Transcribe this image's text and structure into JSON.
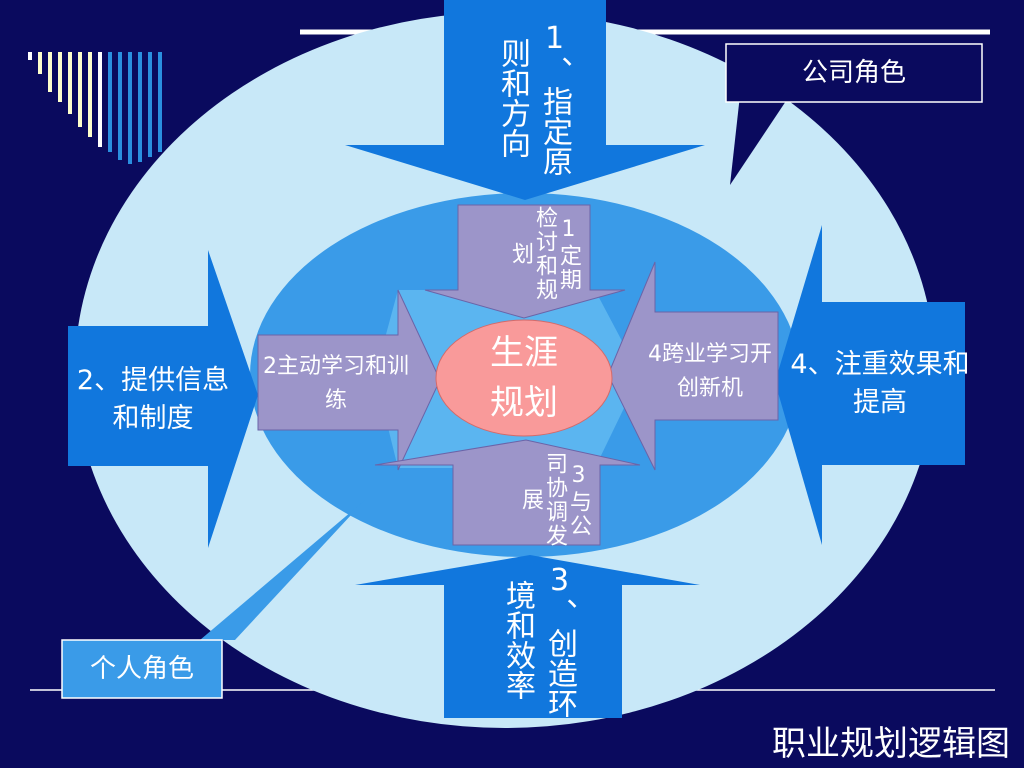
{
  "company_role": "公司角色",
  "personal_role": "个人角色",
  "center": {
    "line1": "生涯",
    "line2": "规划"
  },
  "outer": {
    "top": "1、指定原则和方向",
    "left": "2、提供信息和制度",
    "bottom": "3、创造环境和效率",
    "right": "4、注重效果和提高"
  },
  "inner": {
    "top": "1定期检讨和规划",
    "left": "2主动学习和训练",
    "bottom": "3与公司协调发展",
    "right": "4跨业学习开创新机"
  },
  "footer_title": "职业规划逻辑图",
  "colors": {
    "background": "#0a0a5e",
    "outer_ellipse": "#c8e8f8",
    "inner_ellipse": "#3a9be8",
    "outer_arrow": "#1177dd",
    "inner_arrow": "#9c95c9",
    "center": "#f99a9a"
  }
}
